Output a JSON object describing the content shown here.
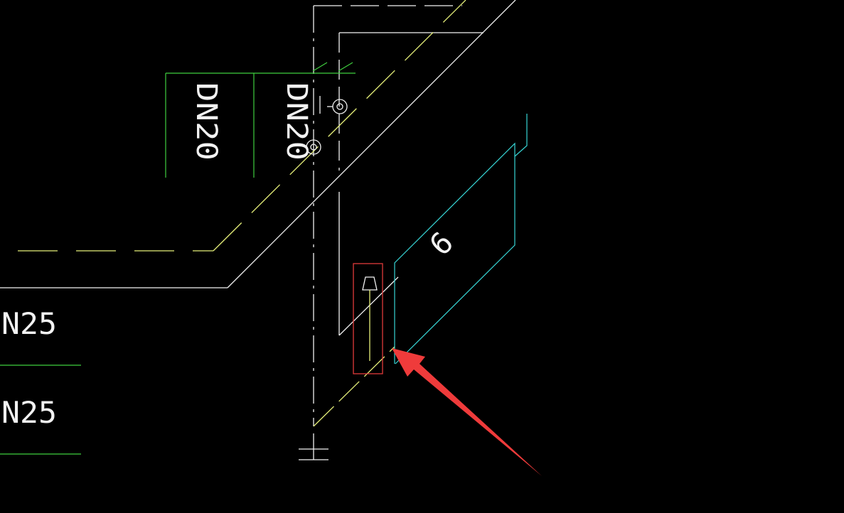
{
  "drawing": {
    "labels": {
      "pipe_size_left": "DN20",
      "pipe_size_right": "DN20",
      "pipe_size_upper_left": "N25",
      "pipe_size_lower_left": "N25",
      "fixture_number": "6"
    },
    "colors": {
      "background": "#000000",
      "white_line": "#f2f2f2",
      "green_line": "#3fcf3f",
      "yellow_line": "#e6f07a",
      "cyan_line": "#37d6d6",
      "highlight_box": "#e03b3b",
      "annotation_arrow": "#ef3b3b"
    },
    "icons": [
      "valve-symbol-icon",
      "valve-symbol-icon",
      "floor-drain-icon",
      "pipe-end-cap-icon",
      "annotation-arrow-icon"
    ]
  }
}
